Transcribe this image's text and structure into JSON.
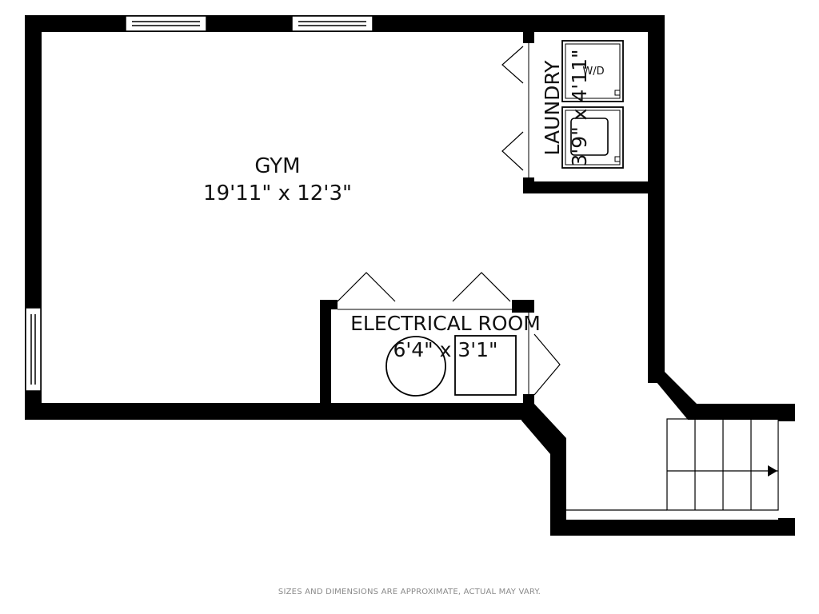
{
  "colors": {
    "wall": "#000000",
    "fixture": "#000000",
    "background": "#ffffff",
    "disclaimer": "#8a8a8a"
  },
  "rooms": {
    "gym": {
      "name": "GYM",
      "dimensions": "19'11\" x 12'3\""
    },
    "laundry": {
      "name": "LAUNDRY",
      "dimensions": "3'9\" x 4'11\"",
      "appliance": "W/D"
    },
    "electrical": {
      "name": "ELECTRICAL ROOM",
      "dimensions": "6'4\" x 3'1\""
    }
  },
  "footer": {
    "disclaimer": "SIZES AND DIMENSIONS ARE APPROXIMATE, ACTUAL MAY VARY."
  }
}
